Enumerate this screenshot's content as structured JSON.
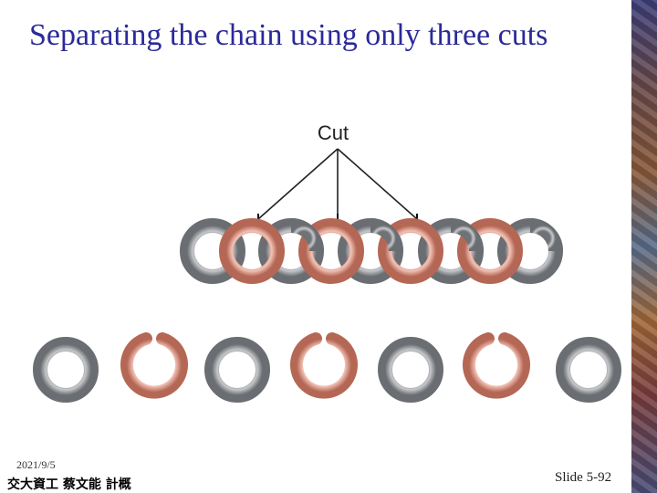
{
  "slide": {
    "title": "Separating the chain using only three cuts",
    "date": "2021/9/5",
    "org": "交大資工 蔡文能 計概",
    "number": "Slide 5-92"
  },
  "diagram": {
    "cut_label": "Cut",
    "cut_count": 3,
    "chain_links": [
      "gray",
      "pink",
      "gray",
      "pink",
      "gray",
      "pink",
      "gray",
      "pink",
      "gray"
    ],
    "separated_rings": [
      "gray",
      "pink-open",
      "gray",
      "pink-open",
      "gray",
      "pink-open",
      "gray"
    ],
    "colors": {
      "gray_link": "#9a9da2",
      "pink_link": "#e3a08f",
      "title": "#2a2a99"
    }
  }
}
